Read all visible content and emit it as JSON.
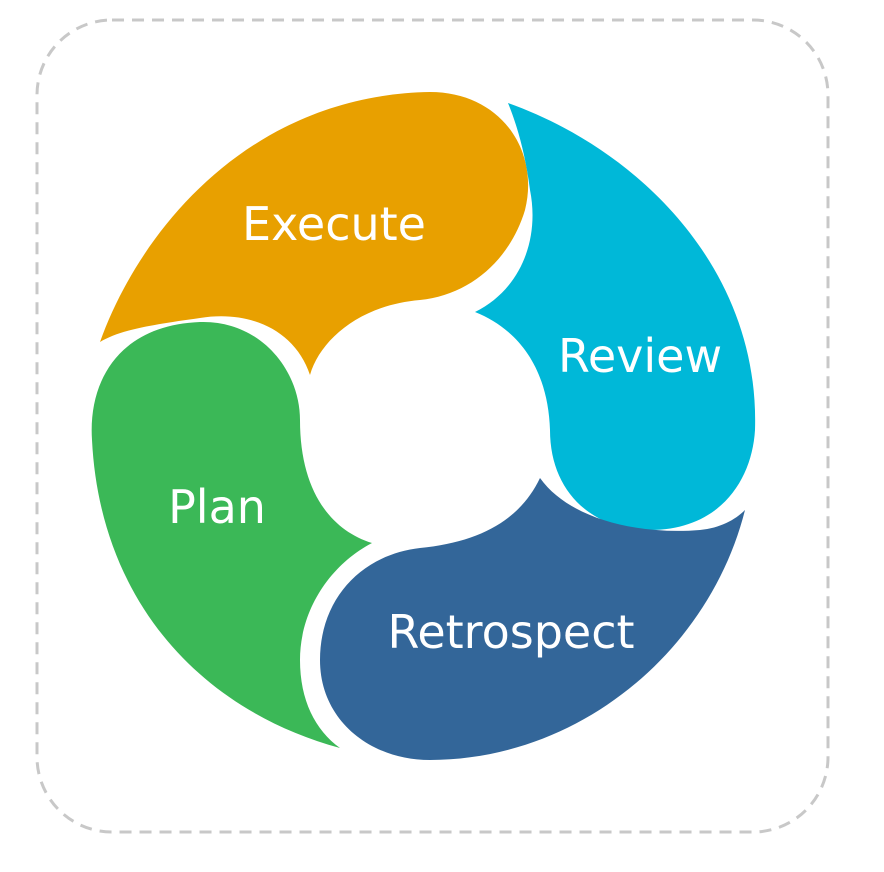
{
  "diagram": {
    "type": "cycle",
    "stages": [
      {
        "label": "Execute",
        "color": "#E8A000"
      },
      {
        "label": "Review",
        "color": "#00B8D8"
      },
      {
        "label": "Retrospect",
        "color": "#336699"
      },
      {
        "label": "Plan",
        "color": "#3BB857"
      }
    ],
    "frame_color": "#C8C8C8"
  }
}
